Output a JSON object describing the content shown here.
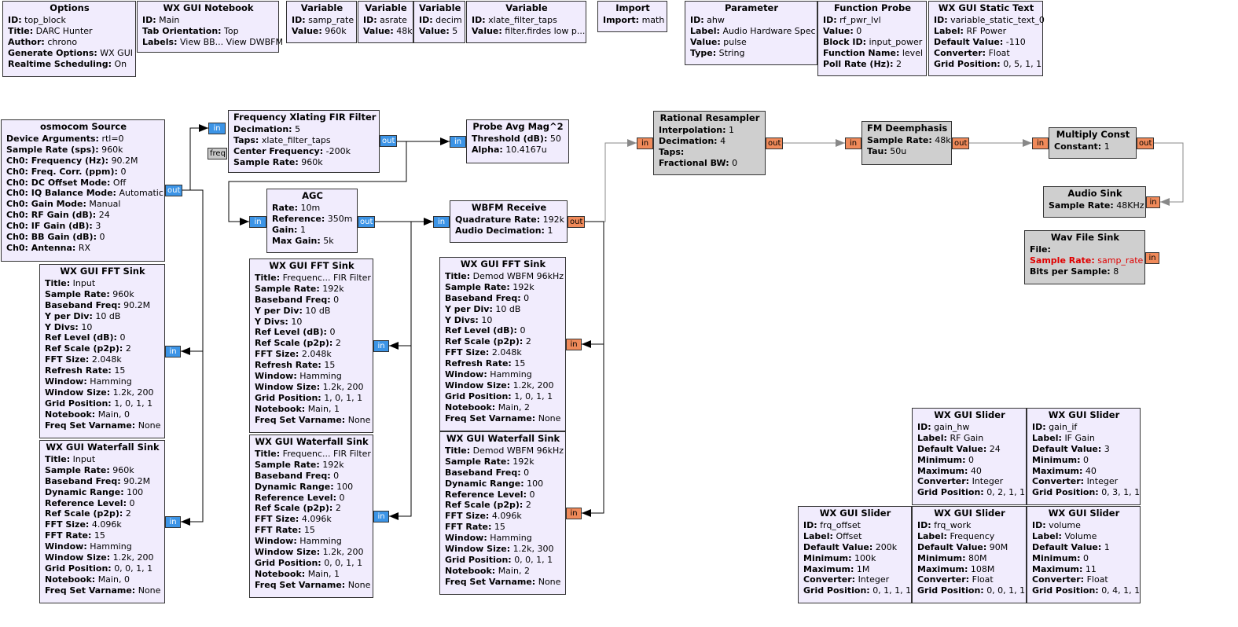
{
  "window": {
    "title": "DARC Hunter"
  },
  "colors": {
    "block_bg": "#f1ecfd",
    "disabled_block_bg": "#cfcfcf",
    "complex_port": "#3c94e6",
    "float_port": "#f08a5a",
    "message_port": "#c8c8c8",
    "error_text": "#e00000"
  },
  "blocks": [
    {
      "title": "Options",
      "params": [
        [
          "ID:",
          "top_block"
        ],
        [
          "Title:",
          "DARC Hunter"
        ],
        [
          "Author:",
          "chrono"
        ],
        [
          "Generate Options:",
          "WX GUI"
        ],
        [
          "Realtime Scheduling:",
          "On"
        ]
      ]
    },
    {
      "title": "WX GUI Notebook",
      "params": [
        [
          "ID:",
          "Main"
        ],
        [
          "Tab Orientation:",
          "Top"
        ],
        [
          "Labels:",
          "View BB... View DWBFM"
        ]
      ]
    },
    {
      "title": "Variable",
      "params": [
        [
          "ID:",
          "samp_rate"
        ],
        [
          "Value:",
          "960k"
        ]
      ]
    },
    {
      "title": "Variable",
      "params": [
        [
          "ID:",
          "asrate"
        ],
        [
          "Value:",
          "48k"
        ]
      ]
    },
    {
      "title": "Variable",
      "params": [
        [
          "ID:",
          "decim"
        ],
        [
          "Value:",
          "5"
        ]
      ]
    },
    {
      "title": "Variable",
      "params": [
        [
          "ID:",
          "xlate_filter_taps"
        ],
        [
          "Value:",
          "filter.firdes low p..."
        ]
      ]
    },
    {
      "title": "Import",
      "params": [
        [
          "Import:",
          "math"
        ]
      ]
    },
    {
      "title": "Parameter",
      "params": [
        [
          "ID:",
          "ahw"
        ],
        [
          "Label:",
          "Audio Hardware Spec"
        ],
        [
          "Value:",
          "pulse"
        ],
        [
          "Type:",
          "String"
        ]
      ]
    },
    {
      "title": "Function Probe",
      "params": [
        [
          "ID:",
          "rf_pwr_lvl"
        ],
        [
          "Value:",
          "0"
        ],
        [
          "Block ID:",
          "input_power"
        ],
        [
          "Function Name:",
          "level"
        ],
        [
          "Poll Rate (Hz):",
          "2"
        ]
      ]
    },
    {
      "title": "WX GUI Static Text",
      "params": [
        [
          "ID:",
          "variable_static_text_0"
        ],
        [
          "Label:",
          "RF Power"
        ],
        [
          "Default Value:",
          "-110"
        ],
        [
          "Converter:",
          "Float"
        ],
        [
          "Grid Position:",
          "0, 5, 1, 1"
        ]
      ]
    },
    {
      "title": "osmocom Source",
      "params": [
        [
          "Device Arguments:",
          "rtl=0"
        ],
        [
          "Sample Rate (sps):",
          "960k"
        ],
        [
          "Ch0: Frequency (Hz):",
          "90.2M"
        ],
        [
          "Ch0: Freq. Corr. (ppm):",
          "0"
        ],
        [
          "Ch0: DC Offset Mode:",
          "Off"
        ],
        [
          "Ch0: IQ Balance Mode:",
          "Automatic"
        ],
        [
          "Ch0: Gain Mode:",
          "Manual"
        ],
        [
          "Ch0: RF Gain (dB):",
          "24"
        ],
        [
          "Ch0: IF Gain (dB):",
          "3"
        ],
        [
          "Ch0: BB Gain (dB):",
          "0"
        ],
        [
          "Ch0: Antenna:",
          "RX"
        ]
      ]
    },
    {
      "title": "Frequency Xlating FIR Filter",
      "params": [
        [
          "Decimation:",
          "5"
        ],
        [
          "Taps:",
          "xlate_filter_taps"
        ],
        [
          "Center Frequency:",
          "-200k"
        ],
        [
          "Sample Rate:",
          "960k"
        ]
      ]
    },
    {
      "title": "Probe Avg Mag^2",
      "params": [
        [
          "Threshold (dB):",
          "50"
        ],
        [
          "Alpha:",
          "10.4167u"
        ]
      ]
    },
    {
      "title": "Rational Resampler",
      "params": [
        [
          "Interpolation:",
          "1"
        ],
        [
          "Decimation:",
          "4"
        ],
        [
          "Taps:",
          ""
        ],
        [
          "Fractional BW:",
          "0"
        ]
      ]
    },
    {
      "title": "FM Deemphasis",
      "params": [
        [
          "Sample Rate:",
          "48k"
        ],
        [
          "Tau:",
          "50u"
        ]
      ]
    },
    {
      "title": "Multiply Const",
      "params": [
        [
          "Constant:",
          "1"
        ]
      ]
    },
    {
      "title": "Audio Sink",
      "params": [
        [
          "Sample Rate:",
          "48KHz"
        ]
      ]
    },
    {
      "title": "Wav File Sink",
      "params": [
        [
          "File:",
          ""
        ],
        [
          "Sample Rate:",
          "samp_rate"
        ],
        [
          "Bits per Sample:",
          "8"
        ]
      ]
    },
    {
      "title": "AGC",
      "params": [
        [
          "Rate:",
          "10m"
        ],
        [
          "Reference:",
          "350m"
        ],
        [
          "Gain:",
          "1"
        ],
        [
          "Max Gain:",
          "5k"
        ]
      ]
    },
    {
      "title": "WBFM Receive",
      "params": [
        [
          "Quadrature Rate:",
          "192k"
        ],
        [
          "Audio Decimation:",
          "1"
        ]
      ]
    },
    {
      "title": "WX GUI FFT Sink",
      "params": [
        [
          "Title:",
          "Input"
        ],
        [
          "Sample Rate:",
          "960k"
        ],
        [
          "Baseband Freq:",
          "90.2M"
        ],
        [
          "Y per Div:",
          "10 dB"
        ],
        [
          "Y Divs:",
          "10"
        ],
        [
          "Ref Level (dB):",
          "0"
        ],
        [
          "Ref Scale (p2p):",
          "2"
        ],
        [
          "FFT Size:",
          "2.048k"
        ],
        [
          "Refresh Rate:",
          "15"
        ],
        [
          "Window:",
          "Hamming"
        ],
        [
          "Window Size:",
          "1.2k, 200"
        ],
        [
          "Grid Position:",
          "1, 0, 1, 1"
        ],
        [
          "Notebook:",
          "Main, 0"
        ],
        [
          "Freq Set Varname:",
          "None"
        ]
      ]
    },
    {
      "title": "WX GUI Waterfall Sink",
      "params": [
        [
          "Title:",
          "Input"
        ],
        [
          "Sample Rate:",
          "960k"
        ],
        [
          "Baseband Freq:",
          "90.2M"
        ],
        [
          "Dynamic Range:",
          "100"
        ],
        [
          "Reference Level:",
          "0"
        ],
        [
          "Ref Scale (p2p):",
          "2"
        ],
        [
          "FFT Size:",
          "4.096k"
        ],
        [
          "FFT Rate:",
          "15"
        ],
        [
          "Window:",
          "Hamming"
        ],
        [
          "Window Size:",
          "1.2k, 200"
        ],
        [
          "Grid Position:",
          "0, 0, 1, 1"
        ],
        [
          "Notebook:",
          "Main, 0"
        ],
        [
          "Freq Set Varname:",
          "None"
        ]
      ]
    },
    {
      "title": "WX GUI FFT Sink",
      "params": [
        [
          "Title:",
          "Frequenc... FIR Filter"
        ],
        [
          "Sample Rate:",
          "192k"
        ],
        [
          "Baseband Freq:",
          "0"
        ],
        [
          "Y per Div:",
          "10 dB"
        ],
        [
          "Y Divs:",
          "10"
        ],
        [
          "Ref Level (dB):",
          "0"
        ],
        [
          "Ref Scale (p2p):",
          "2"
        ],
        [
          "FFT Size:",
          "2.048k"
        ],
        [
          "Refresh Rate:",
          "15"
        ],
        [
          "Window:",
          "Hamming"
        ],
        [
          "Window Size:",
          "1.2k, 200"
        ],
        [
          "Grid Position:",
          "1, 0, 1, 1"
        ],
        [
          "Notebook:",
          "Main, 1"
        ],
        [
          "Freq Set Varname:",
          "None"
        ]
      ]
    },
    {
      "title": "WX GUI Waterfall Sink",
      "params": [
        [
          "Title:",
          "Frequenc... FIR Filter"
        ],
        [
          "Sample Rate:",
          "192k"
        ],
        [
          "Baseband Freq:",
          "0"
        ],
        [
          "Dynamic Range:",
          "100"
        ],
        [
          "Reference Level:",
          "0"
        ],
        [
          "Ref Scale (p2p):",
          "2"
        ],
        [
          "FFT Size:",
          "4.096k"
        ],
        [
          "FFT Rate:",
          "15"
        ],
        [
          "Window:",
          "Hamming"
        ],
        [
          "Window Size:",
          "1.2k, 200"
        ],
        [
          "Grid Position:",
          "0, 0, 1, 1"
        ],
        [
          "Notebook:",
          "Main, 1"
        ],
        [
          "Freq Set Varname:",
          "None"
        ]
      ]
    },
    {
      "title": "WX GUI FFT Sink",
      "params": [
        [
          "Title:",
          "Demod WBFM 96kHz"
        ],
        [
          "Sample Rate:",
          "192k"
        ],
        [
          "Baseband Freq:",
          "0"
        ],
        [
          "Y per Div:",
          "10 dB"
        ],
        [
          "Y Divs:",
          "10"
        ],
        [
          "Ref Level (dB):",
          "0"
        ],
        [
          "Ref Scale (p2p):",
          "2"
        ],
        [
          "FFT Size:",
          "2.048k"
        ],
        [
          "Refresh Rate:",
          "15"
        ],
        [
          "Window:",
          "Hamming"
        ],
        [
          "Window Size:",
          "1.2k, 200"
        ],
        [
          "Grid Position:",
          "1, 0, 1, 1"
        ],
        [
          "Notebook:",
          "Main, 2"
        ],
        [
          "Freq Set Varname:",
          "None"
        ]
      ]
    },
    {
      "title": "WX GUI Waterfall Sink",
      "params": [
        [
          "Title:",
          "Demod WBFM 96kHz"
        ],
        [
          "Sample Rate:",
          "192k"
        ],
        [
          "Baseband Freq:",
          "0"
        ],
        [
          "Dynamic Range:",
          "100"
        ],
        [
          "Reference Level:",
          "0"
        ],
        [
          "Ref Scale (p2p):",
          "2"
        ],
        [
          "FFT Size:",
          "4.096k"
        ],
        [
          "FFT Rate:",
          "15"
        ],
        [
          "Window:",
          "Hamming"
        ],
        [
          "Window Size:",
          "1.2k, 300"
        ],
        [
          "Grid Position:",
          "0, 0, 1, 1"
        ],
        [
          "Notebook:",
          "Main, 2"
        ],
        [
          "Freq Set Varname:",
          "None"
        ]
      ]
    },
    {
      "title": "WX GUI Slider",
      "params": [
        [
          "ID:",
          "gain_hw"
        ],
        [
          "Label:",
          "RF Gain"
        ],
        [
          "Default Value:",
          "24"
        ],
        [
          "Minimum:",
          "0"
        ],
        [
          "Maximum:",
          "40"
        ],
        [
          "Converter:",
          "Integer"
        ],
        [
          "Grid Position:",
          "0, 2, 1, 1"
        ]
      ]
    },
    {
      "title": "WX GUI Slider",
      "params": [
        [
          "ID:",
          "gain_if"
        ],
        [
          "Label:",
          "IF Gain"
        ],
        [
          "Default Value:",
          "3"
        ],
        [
          "Minimum:",
          "0"
        ],
        [
          "Maximum:",
          "40"
        ],
        [
          "Converter:",
          "Integer"
        ],
        [
          "Grid Position:",
          "0, 3, 1, 1"
        ]
      ]
    },
    {
      "title": "WX GUI Slider",
      "params": [
        [
          "ID:",
          "frq_offset"
        ],
        [
          "Label:",
          "Offset"
        ],
        [
          "Default Value:",
          "200k"
        ],
        [
          "Minimum:",
          "100k"
        ],
        [
          "Maximum:",
          "1M"
        ],
        [
          "Converter:",
          "Integer"
        ],
        [
          "Grid Position:",
          "0, 1, 1, 1"
        ]
      ]
    },
    {
      "title": "WX GUI Slider",
      "params": [
        [
          "ID:",
          "frq_work"
        ],
        [
          "Label:",
          "Frequency"
        ],
        [
          "Default Value:",
          "90M"
        ],
        [
          "Minimum:",
          "80M"
        ],
        [
          "Maximum:",
          "108M"
        ],
        [
          "Converter:",
          "Float"
        ],
        [
          "Grid Position:",
          "0, 0, 1, 1"
        ]
      ]
    },
    {
      "title": "WX GUI Slider",
      "params": [
        [
          "ID:",
          "volume"
        ],
        [
          "Label:",
          "Volume"
        ],
        [
          "Default Value:",
          "1"
        ],
        [
          "Minimum:",
          "0"
        ],
        [
          "Maximum:",
          "11"
        ],
        [
          "Converter:",
          "Float"
        ],
        [
          "Grid Position:",
          "0, 4, 1, 1"
        ]
      ]
    }
  ],
  "ports": {
    "in": "in",
    "out": "out",
    "freq": "freq"
  }
}
